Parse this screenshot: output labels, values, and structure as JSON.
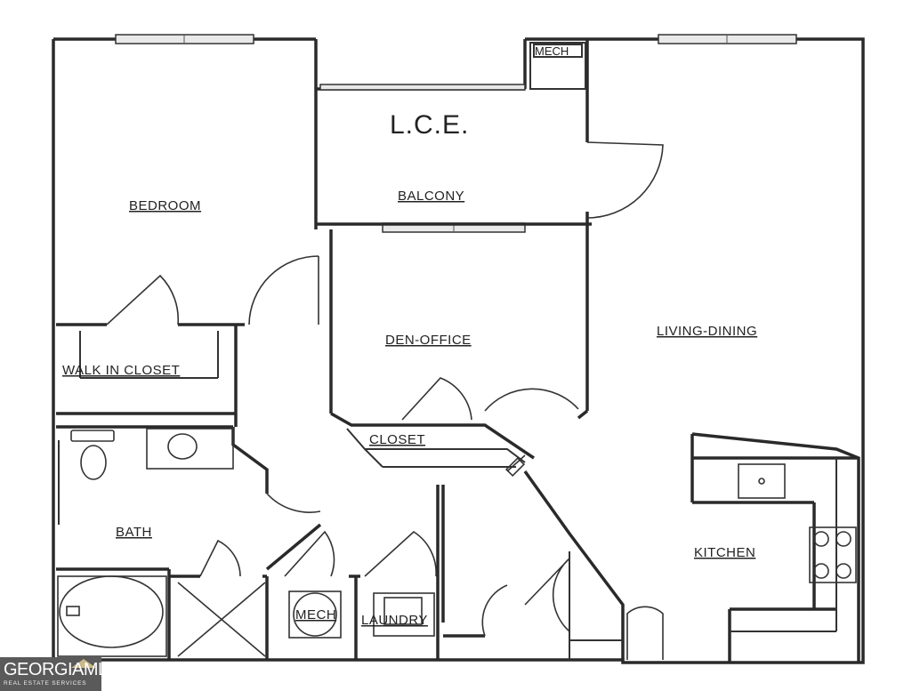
{
  "labels": {
    "lce": "L.C.E.",
    "balcony": "BALCONY",
    "mech_top": "MECH",
    "bedroom": "BEDROOM",
    "walk_in_closet": "WALK IN CLOSET",
    "den_office": "DEN-OFFICE",
    "living_dining": "LIVING-DINING",
    "closet": "CLOSET",
    "bath": "BATH",
    "kitchen": "KITCHEN",
    "mech_bottom": "MECH",
    "laundry": "LAUNDRY"
  },
  "logo": {
    "name": "GEORGIAMLS",
    "tagline": "REAL ESTATE SERVICES"
  }
}
